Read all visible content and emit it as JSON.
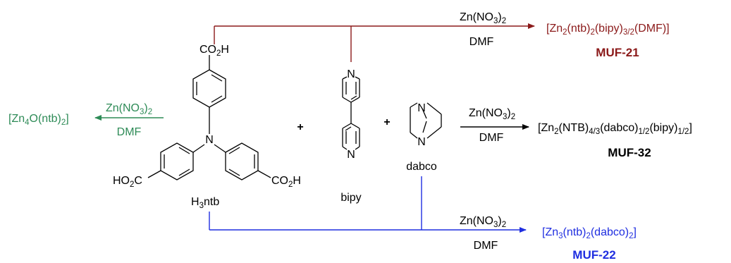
{
  "colors": {
    "dark_red": "#8b1a1a",
    "green": "#2e8b57",
    "blue": "#1f2ee0",
    "black": "#000000"
  },
  "reagents": {
    "h3ntb": {
      "label_main": "H",
      "label_sub": "3",
      "label_tail": "ntb",
      "group_top": "CO",
      "group_top_sub": "2",
      "group_top_tail": "H",
      "group_left": "HO",
      "group_left_sub": "2",
      "group_left_tail": "C",
      "group_right": "CO",
      "group_right_sub": "2",
      "group_right_tail": "H",
      "n_atom": "N"
    },
    "plus_1": "+",
    "bipy": {
      "label": "bipy",
      "n_atom": "N"
    },
    "plus_2": "+",
    "dabco": {
      "label": "dabco",
      "n_atom": "N"
    }
  },
  "reactions": {
    "muf21": {
      "reagent": "Zn(NO",
      "reagent_sub": "3",
      "reagent_tail": ")",
      "reagent_sub2": "2",
      "solvent": "DMF",
      "product_parts": [
        "[Zn",
        "2",
        "(ntb)",
        "2",
        "(bipy)",
        "3/2",
        "(DMF)]"
      ],
      "name": "MUF-21"
    },
    "green": {
      "reagent": "Zn(NO",
      "reagent_sub": "3",
      "reagent_tail": ")",
      "reagent_sub2": "2",
      "solvent": "DMF",
      "product_parts": [
        "[Zn",
        "4",
        "O(ntb)",
        "2",
        "]"
      ]
    },
    "muf32": {
      "reagent": "Zn(NO",
      "reagent_sub": "3",
      "reagent_tail": ")",
      "reagent_sub2": "2",
      "solvent": "DMF",
      "product_parts": [
        "[Zn",
        "2",
        "(NTB)",
        "4/3",
        "(dabco)",
        "1/2",
        "(bipy)",
        "1/2",
        "]"
      ],
      "name": "MUF-32"
    },
    "muf22": {
      "reagent": "Zn(NO",
      "reagent_sub": "3",
      "reagent_tail": ")",
      "reagent_sub2": "2",
      "solvent": "DMF",
      "product_parts": [
        "[Zn",
        "3",
        "(ntb)",
        "2",
        "(dabco)",
        "2",
        "]"
      ],
      "name": "MUF-22"
    }
  }
}
